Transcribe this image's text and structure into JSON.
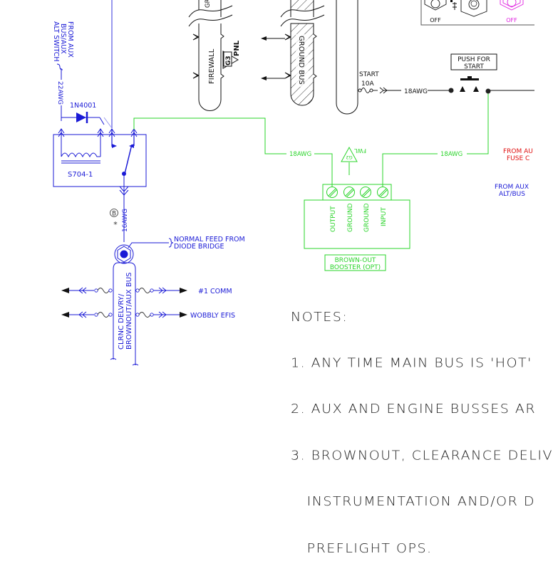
{
  "colors": {
    "blue": "#1a1ad6",
    "light_blue": "#9a9aee",
    "green": "#2ad42a",
    "black": "#111111",
    "red": "#e01010",
    "magenta": "#e020e0",
    "gray": "#555555"
  },
  "left": {
    "aux_source_label": [
      "FROM AUX",
      "BUS/AUX",
      "ALT SWITCH"
    ],
    "wire_22awg": "22AWG",
    "diode_label": "1N4001",
    "relay_label": "S704-1",
    "circle_b": "B",
    "asterisk": "*",
    "wire_16awg": "16AWG",
    "normal_feed_label": [
      "NORMAL FEED FROM",
      "DIODE BRIDGE"
    ],
    "bus_label": [
      "CLRNC DELVRY/",
      "BROWNOUT/AUX BUS"
    ],
    "outputs": [
      {
        "label": "#1 COMM"
      },
      {
        "label": "WOBBLY EFIS"
      }
    ]
  },
  "middle": {
    "firewall_label": "FIREWALL",
    "firewall_top_label": "GR",
    "g3_badge": "G3",
    "pnl_label": "PNL",
    "ground_bus_label": "GROUND BUS",
    "start_fuse_label": "START",
    "start_fuse_rating": "10A",
    "start_wire": "18AWG"
  },
  "switch_panel": {
    "left_switch_state": "OFF",
    "right_switch_state": "OFF"
  },
  "push_start": {
    "label": [
      "PUSH FOR",
      "START"
    ]
  },
  "booster": {
    "wire_left": "18AWG",
    "wire_right": "18AWG",
    "ground_ref": "G2",
    "ground_ref_label": "FWL",
    "terminals": [
      "OUTPUT",
      "GROUND",
      "GROUND",
      "INPUT"
    ],
    "title": [
      "BROWN-OUT",
      "BOOSTER (OPT)"
    ]
  },
  "right_labels": {
    "fuse_label": [
      "FROM AU",
      "FUSE C"
    ],
    "alt_label": [
      "FROM AUX",
      "ALT/BUS"
    ]
  },
  "notes": {
    "heading": "NOTES:",
    "lines": [
      "1. ANY TIME MAIN BUS IS 'HOT'",
      "2. AUX AND ENGINE BUSSES AR",
      "3. BROWNOUT, CLEARANCE DELIV",
      "   INSTRUMENTATION AND/OR D",
      "   PREFLIGHT OPS."
    ]
  }
}
